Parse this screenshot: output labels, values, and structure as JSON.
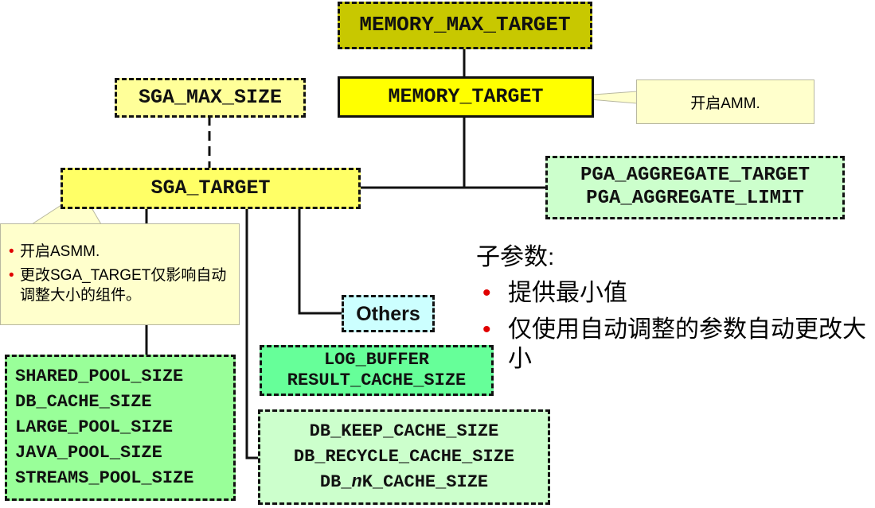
{
  "boxes": {
    "memory_max_target": "MEMORY_MAX_TARGET",
    "memory_target": "MEMORY_TARGET",
    "sga_max_size": "SGA_MAX_SIZE",
    "sga_target": "SGA_TARGET",
    "pga": [
      "PGA_AGGREGATE_TARGET",
      "PGA_AGGREGATE_LIMIT"
    ],
    "others": "Others",
    "log_group": [
      "LOG_BUFFER",
      "RESULT_CACHE_SIZE"
    ],
    "pools": [
      "SHARED_POOL_SIZE",
      "DB_CACHE_SIZE",
      "LARGE_POOL_SIZE",
      "JAVA_POOL_SIZE",
      "STREAMS_POOL_SIZE"
    ],
    "cache_group": {
      "keep": "DB_KEEP_CACHE_SIZE",
      "recycle": "DB_RECYCLE_CACHE_SIZE",
      "nk_prefix": "DB_",
      "nk_italic": "n",
      "nk_suffix": "K_CACHE_SIZE"
    }
  },
  "callouts": {
    "amm": "开启AMM.",
    "asmm_items": [
      "开启ASMM.",
      "更改SGA_TARGET仅影响自动调整大小的组件。"
    ]
  },
  "notes": {
    "title": "子参数:",
    "items": [
      "提供最小值",
      "仅使用自动调整的参数自动更改大小"
    ]
  },
  "colors": {
    "olive": "#c8c800",
    "yellow": "#ffff00",
    "light_yellow": "#ffff99",
    "pale_yellow": "#ffff66",
    "pale_green": "#ccffcc",
    "green": "#99ff99",
    "mint": "#66ff99",
    "cyan": "#ccffff",
    "callout_bg": "#ffffcc"
  }
}
